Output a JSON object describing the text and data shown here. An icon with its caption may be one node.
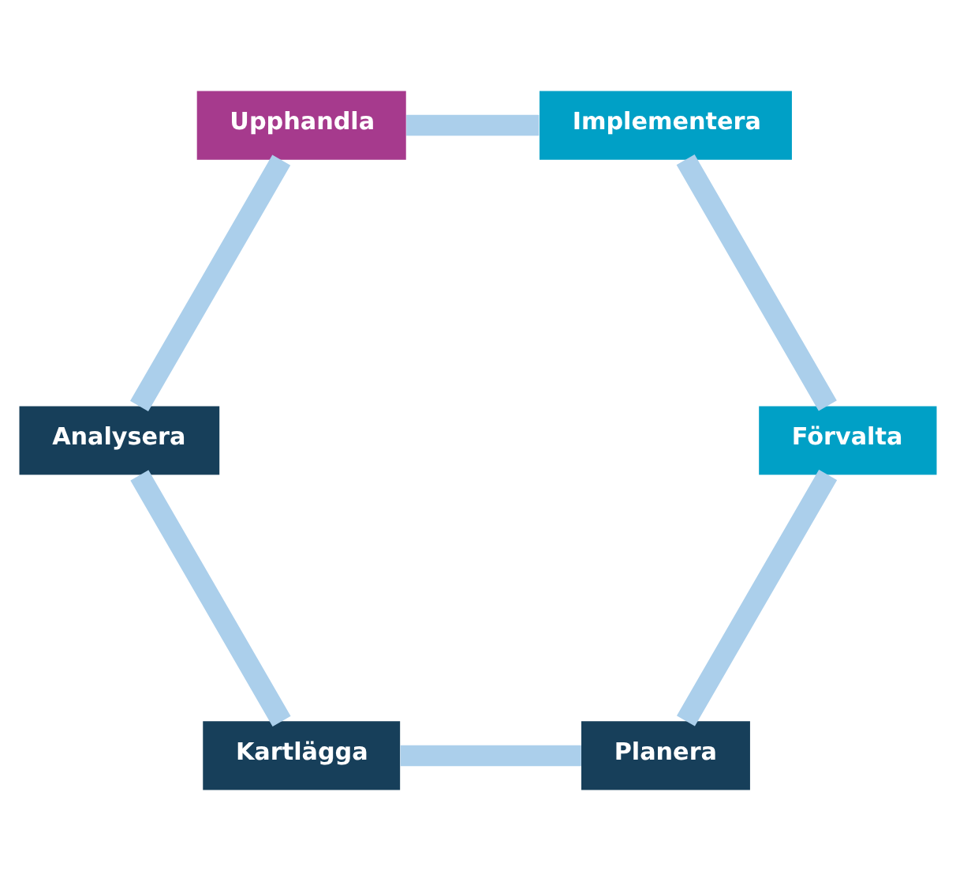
{
  "diagram": {
    "nodes": [
      {
        "text": [
          "Planera"
        ]
      },
      {
        "text": [
          "Förvalta"
        ]
      },
      {
        "text": [
          "Kartlägga"
        ]
      },
      {
        "text": [
          "Implementera"
        ]
      },
      {
        "text": [
          "Analysera"
        ]
      },
      {
        "text": [
          "Upphandla"
        ]
      }
    ],
    "edges": [
      {
        "from": 0,
        "to": 2,
        "arrow": "none"
      },
      {
        "from": 2,
        "to": 4,
        "arrow": "none"
      },
      {
        "from": 4,
        "to": 5,
        "arrow": "none"
      },
      {
        "from": 5,
        "to": 3,
        "arrow": "none"
      },
      {
        "from": 3,
        "to": 1,
        "arrow": "none"
      },
      {
        "from": 1,
        "to": 0,
        "arrow": "none"
      }
    ]
  }
}
